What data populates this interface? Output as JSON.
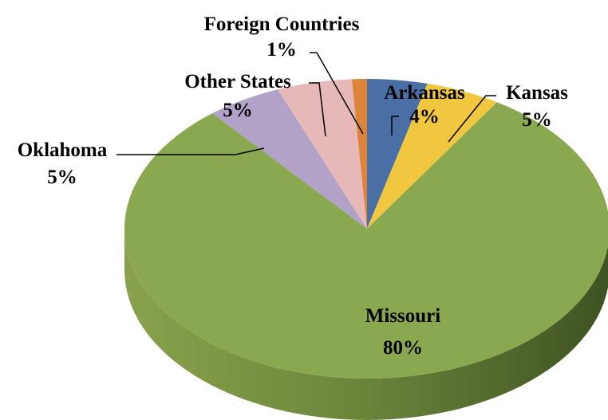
{
  "chart_data": {
    "type": "pie",
    "title": "",
    "style": "3d",
    "slices": [
      {
        "label": "Arkansas",
        "value": 4,
        "value_label": "4%",
        "color": "#4a6fa5"
      },
      {
        "label": "Kansas",
        "value": 5,
        "value_label": "5%",
        "color": "#f2c740"
      },
      {
        "label": "Missouri",
        "value": 80,
        "value_label": "80%",
        "color": "#8aa84f"
      },
      {
        "label": "Oklahoma",
        "value": 5,
        "value_label": "5%",
        "color": "#b3a2c7"
      },
      {
        "label": "Other States",
        "value": 5,
        "value_label": "5%",
        "color": "#e6b8b7"
      },
      {
        "label": "Foreign Countries",
        "value": 1,
        "value_label": "1%",
        "color": "#dc843c"
      }
    ],
    "label_lines": true,
    "legend": "none"
  }
}
